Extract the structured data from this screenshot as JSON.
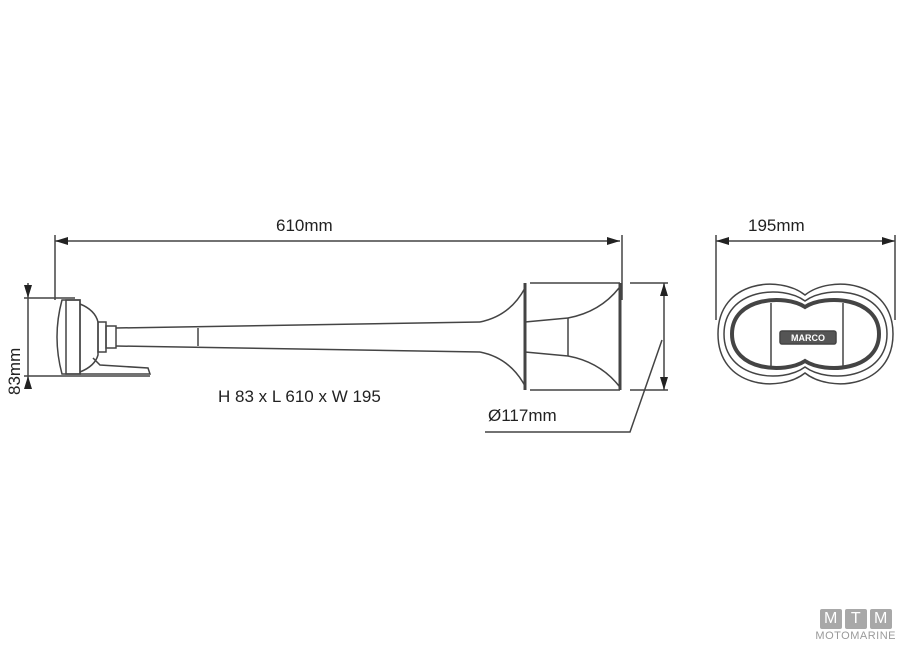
{
  "drawing": {
    "length_label": "610mm",
    "width_label": "195mm",
    "height_label": "83mm",
    "diameter_label": "Ø117mm",
    "summary": "H 83 x L 610 x W 195",
    "logo_text": "MARCO"
  },
  "watermark": {
    "letters": [
      "M",
      "T",
      "M"
    ],
    "brand": "MOTOMARINE"
  },
  "colors": {
    "line": "#333333",
    "dim": "#555555",
    "watermark": "#a8a8a8"
  }
}
